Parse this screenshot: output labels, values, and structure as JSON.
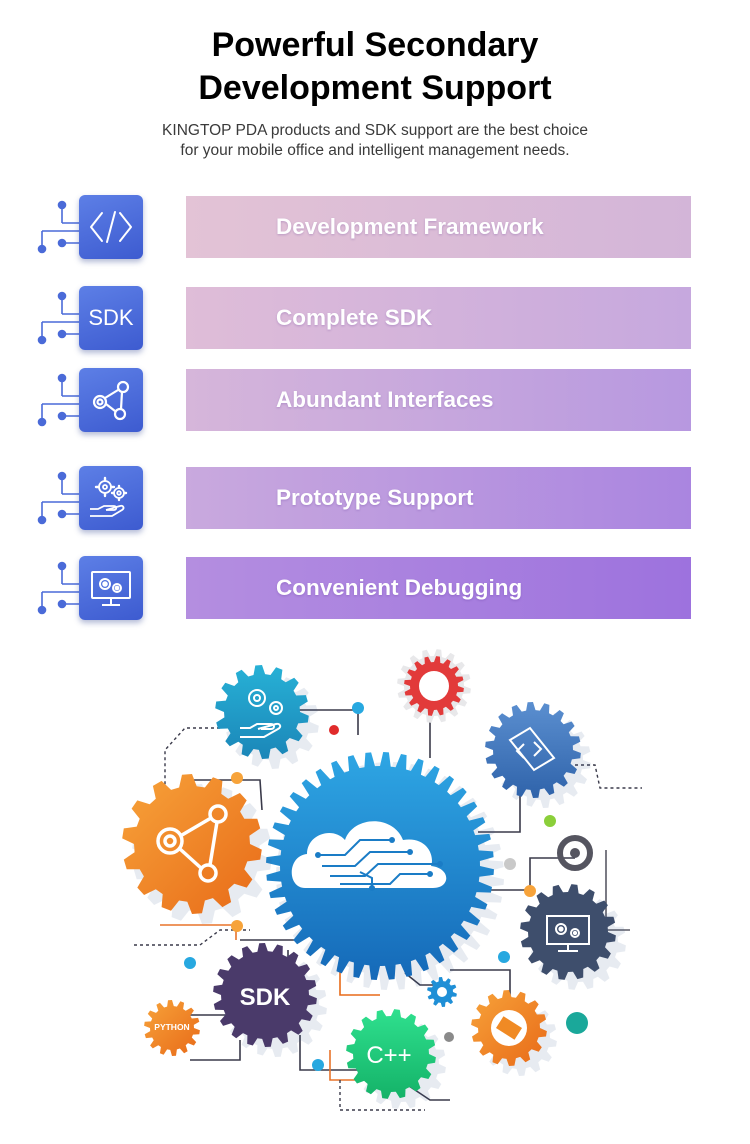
{
  "header": {
    "title_line1": "Powerful Secondary",
    "title_line2": "Development Support",
    "subtitle_line1": "KINGTOP PDA products and SDK support are the best choice",
    "subtitle_line2": "for your mobile office and intelligent management needs."
  },
  "features": [
    {
      "label": "Development Framework",
      "icon": "code-brackets-icon"
    },
    {
      "label": "Complete SDK",
      "icon_text": "SDK",
      "icon": "sdk-icon"
    },
    {
      "label": "Abundant Interfaces",
      "icon": "share-nodes-icon"
    },
    {
      "label": "Prototype Support",
      "icon": "gears-hand-icon"
    },
    {
      "label": "Convenient Debugging",
      "icon": "monitor-gears-icon"
    }
  ],
  "illustration": {
    "gear_sdk_label": "SDK",
    "gear_cpp_label": "C++",
    "gear_python_label": "PYTHON"
  },
  "colors": {
    "icon_blue": "#4a6ad8",
    "bar_start": "#e3c3d6",
    "bar_end": "#a477df",
    "gear_blue": "#1f8fd6",
    "gear_orange": "#f08a24",
    "gear_green": "#21c87a",
    "gear_purple": "#4a3a6a",
    "gear_red": "#e23a3a"
  }
}
